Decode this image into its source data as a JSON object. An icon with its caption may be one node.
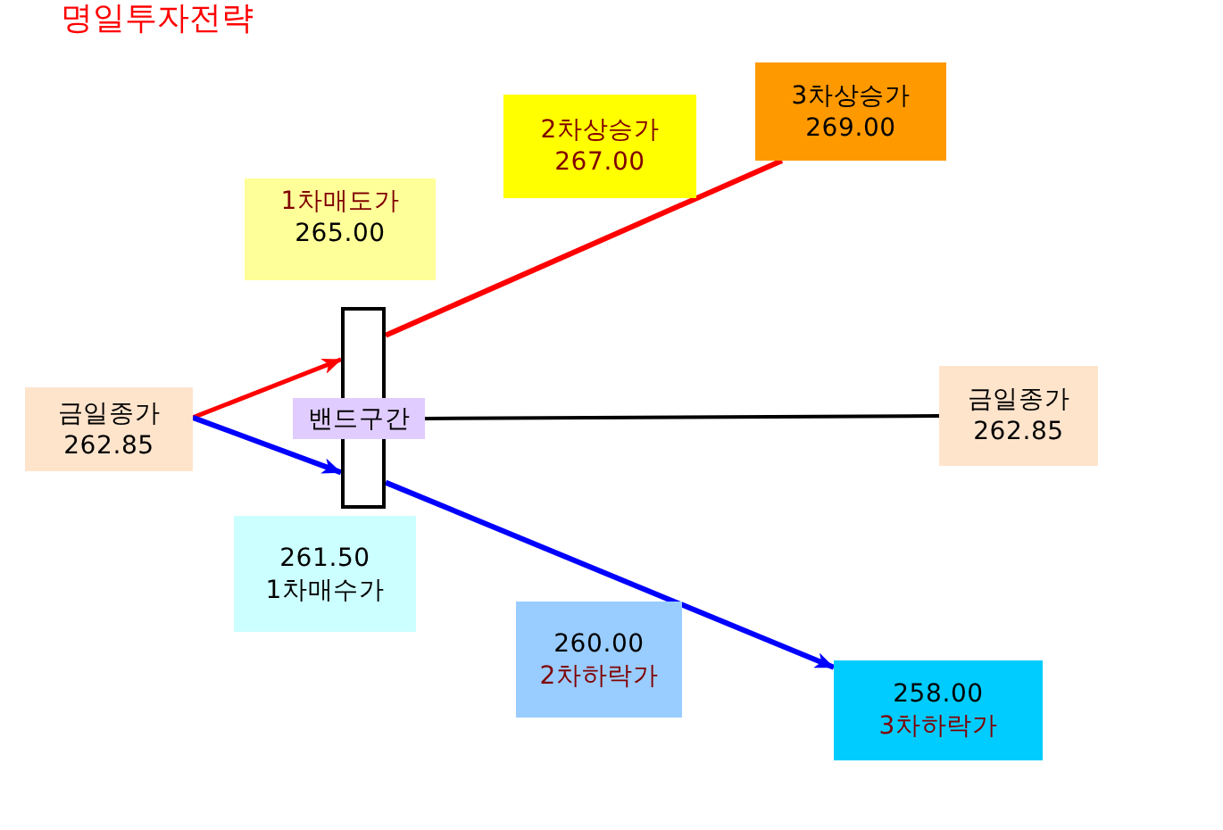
{
  "diagram": {
    "title": "명일투자전략",
    "nodes": [
      {
        "text": [
          "3차상승가",
          "269.00"
        ]
      },
      {
        "text": [
          "2차상승가",
          "267.00"
        ]
      },
      {
        "text": [
          "1차매도가",
          "265.00"
        ]
      },
      {
        "text": [
          "금일종가",
          "262.85"
        ]
      },
      {
        "text": [],
        "shape": "box"
      },
      {
        "text": [
          "밴드구간"
        ]
      },
      {
        "text": [
          "금일종가",
          "262.85"
        ]
      },
      {
        "text": [
          "261.50",
          "1차매수가"
        ]
      },
      {
        "text": [
          "260.00",
          "2차하락가"
        ]
      },
      {
        "text": [
          "258.00",
          "3차하락가"
        ]
      }
    ],
    "edges": [
      {
        "from": 3,
        "to": 4,
        "arrow": "to",
        "color": "#ff0000"
      },
      {
        "from": 3,
        "to": 4,
        "arrow": "to",
        "color": "#0000ff"
      },
      {
        "from": 4,
        "to": 0,
        "arrow": "none",
        "color": "#ff0000"
      },
      {
        "from": 4,
        "to": 9,
        "arrow": "to",
        "color": "#0000ff"
      },
      {
        "from": 5,
        "to": 6,
        "arrow": "none",
        "color": "#000000"
      }
    ]
  }
}
